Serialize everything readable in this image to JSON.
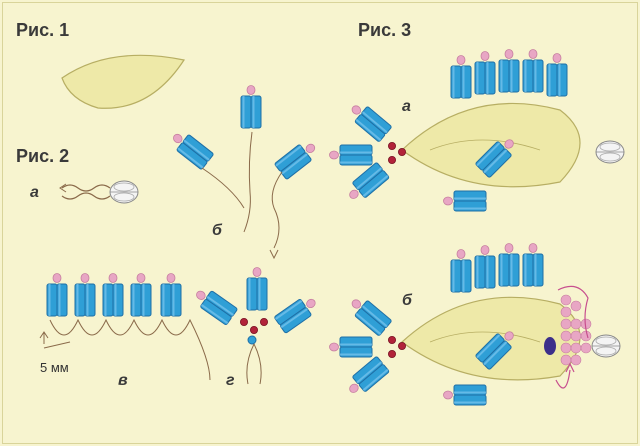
{
  "figures": {
    "fig1": {
      "title": "Рис. 1"
    },
    "fig2": {
      "title": "Рис. 2",
      "sub_a": "а",
      "sub_b": "б",
      "sub_v": "в",
      "sub_g": "г",
      "measure": "5 мм"
    },
    "fig3": {
      "title": "Рис. 3",
      "sub_a": "а",
      "sub_b": "б"
    }
  },
  "colors": {
    "background": "#f7f4cf",
    "bugle": "#2f9fd6",
    "bugle_dark": "#1f6fa6",
    "bead_pink": "#e8a6c4",
    "bead_red": "#b2233a",
    "leaf_fill": "#eee9a8",
    "leaf_stroke": "#b7ae63",
    "thread": "#8a6a4a",
    "eye_blue": "#3c2f8a"
  },
  "icons": [
    "leaf-shape",
    "bugle-bead-fan",
    "bead-ring",
    "thread-arrow"
  ]
}
